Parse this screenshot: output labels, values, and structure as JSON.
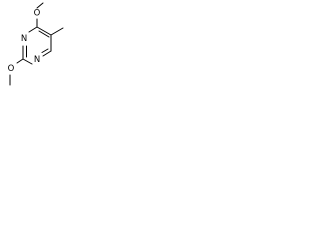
{
  "molecule": {
    "atoms": {
      "o_top": "O",
      "n_right": "N",
      "n_bottom": "N",
      "o_left": "O"
    }
  }
}
